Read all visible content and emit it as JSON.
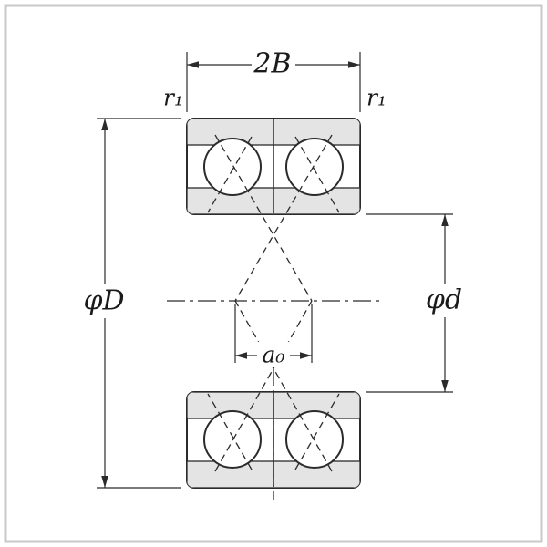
{
  "figure": {
    "labels": {
      "width": "2B",
      "chamfer_left": "r₁",
      "chamfer_right": "r₁",
      "outer_diameter": "φD",
      "bore_diameter": "φd",
      "load_center_distance": "a₀"
    },
    "colors": {
      "line": "#2b2b2b",
      "ring_fill": "#e4e4e4",
      "background": "#ffffff",
      "frame": "#c9c9c9"
    }
  }
}
